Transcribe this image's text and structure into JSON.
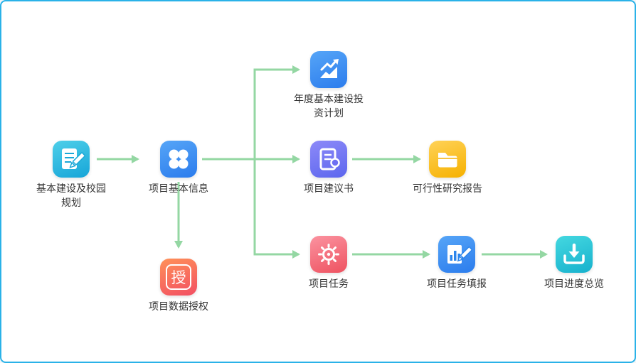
{
  "canvas": {
    "background": "#ffffff",
    "border_color": "#2ab2e8",
    "arrow_color": "#94d7a3",
    "label_color": "#333333"
  },
  "nodes": {
    "planning": {
      "label": "基本建设及校园规划",
      "icon": "document-pencil-icon",
      "colors": [
        "#4ecfe9",
        "#16a5d8"
      ]
    },
    "basic_info": {
      "label": "项目基本信息",
      "icon": "clover-icon",
      "colors": [
        "#56a5f7",
        "#2b7ced"
      ]
    },
    "annual_plan": {
      "label": "年度基本建设投资计划",
      "icon": "trend-chart-icon",
      "colors": [
        "#56a5f7",
        "#2b7ced"
      ]
    },
    "proposal": {
      "label": "项目建议书",
      "icon": "notebook-icon",
      "colors": [
        "#8d8af8",
        "#5c66ee"
      ]
    },
    "feasibility": {
      "label": "可行性研究报告",
      "icon": "folder-icon",
      "colors": [
        "#ffd257",
        "#f6b100"
      ]
    },
    "data_auth": {
      "label": "项目数据授权",
      "icon": "shou-character-icon",
      "char": "授",
      "colors": [
        "#ff9158",
        "#f24f63"
      ]
    },
    "task": {
      "label": "项目任务",
      "icon": "gear-icon",
      "colors": [
        "#fb93a0",
        "#ee5260"
      ]
    },
    "task_fill": {
      "label": "项目任务填报",
      "icon": "chart-pencil-icon",
      "colors": [
        "#56a5f7",
        "#2b7ced"
      ]
    },
    "progress": {
      "label": "项目进度总览",
      "icon": "download-tray-icon",
      "colors": [
        "#44d8e0",
        "#17b1cd"
      ]
    }
  }
}
